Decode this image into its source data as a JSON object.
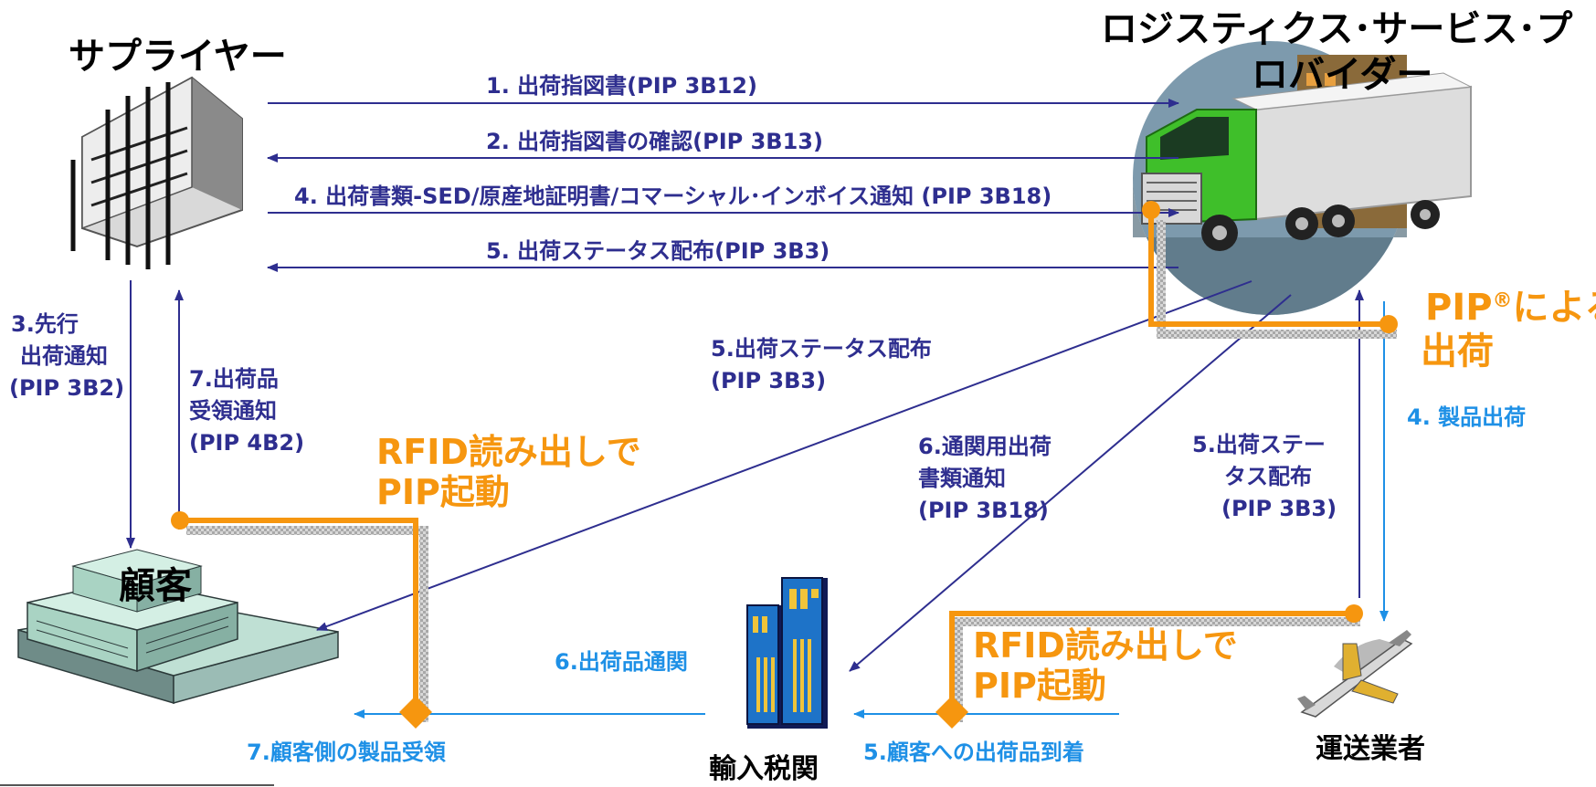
{
  "entities": {
    "supplier": "サプライヤー",
    "lsp_line1": "ロジスティクス･サービス･プ",
    "lsp_line2": "ロバイダー",
    "customer": "顧客",
    "customs": "輸入税関",
    "carrier": "運送業者"
  },
  "messages": {
    "m1": "1. 出荷指図書(PIP 3B12)",
    "m2": "2. 出荷指図書の確認(PIP 3B13)",
    "m4": "4. 出荷書類-SED/原産地証明書/コマーシャル･インボイス通知 (PIP 3B18)",
    "m5": "5. 出荷ステータス配布(PIP 3B3)"
  },
  "side_labels": {
    "advance_notice": [
      "3.先行",
      "出荷通知",
      "(PIP 3B2)"
    ],
    "receipt_notice": [
      "7.出荷品",
      "受領通知",
      "(PIP 4B2)"
    ],
    "status_to_customer": [
      "5.出荷ステータス配布",
      "(PIP 3B3)"
    ],
    "customs_docs": [
      "6.通関用出荷",
      "書類通知",
      "(PIP 3B18)"
    ],
    "status_from_carrier": [
      "5.出荷ステー",
      "タス配布",
      "(PIP 3B3)"
    ],
    "product_shipment": "4. 製品出荷",
    "clearance": "6.出荷品通関",
    "customer_arrival": "5.顧客への出荷品到着",
    "customer_receipt": "7.顧客側の製品受領"
  },
  "callouts": {
    "pip_ship_1": "PIP",
    "pip_ship_reg": "®",
    "pip_ship_2": "による",
    "pip_ship_3": "出荷",
    "rfid_left": [
      "RFID読み出しで",
      "PIP起動"
    ],
    "rfid_right": [
      "RFID読み出しで",
      "PIP起動"
    ]
  },
  "colors": {
    "navy": "#2e2e8f",
    "blue": "#1e90e6",
    "orange": "#f6960f",
    "truck_green": "#3fbf2a",
    "circle_fill": "#7d9aad"
  },
  "icons": [
    "building-icon",
    "truck-icon",
    "factory-icon",
    "customs-building-icon",
    "airplane-icon"
  ]
}
